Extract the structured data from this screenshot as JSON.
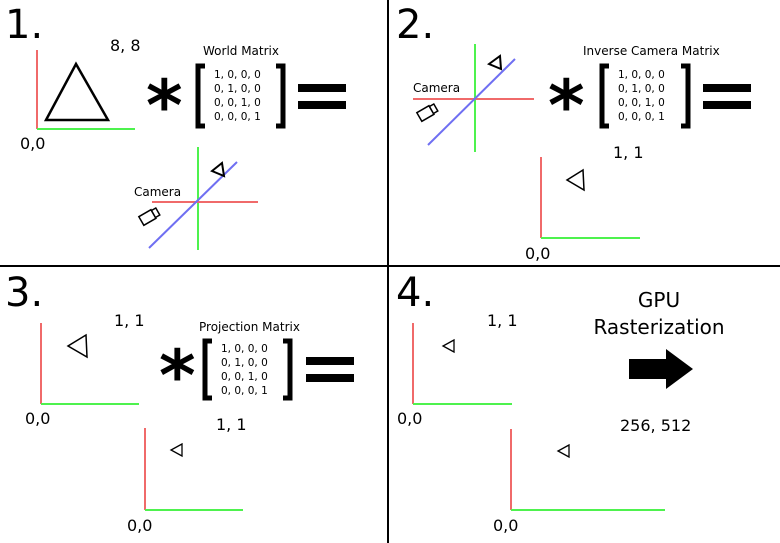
{
  "colors": {
    "x_axis": "#4ef24e",
    "y_axis": "#f06a6a",
    "cam_h": "#f06a6a",
    "cam_v": "#4ef24e",
    "cam_diag": "#6f6ff2"
  },
  "panels": [
    {
      "number": "1.",
      "coord_top": "8, 8",
      "origin": "0,0",
      "matrix_title": "World Matrix",
      "matrix_rows": [
        "1, 0, 0, 0",
        "0, 1, 0, 0",
        "0, 0, 1, 0",
        "0, 0, 0, 1"
      ],
      "camera_label": "Camera"
    },
    {
      "number": "2.",
      "camera_label": "Camera",
      "matrix_title": "Inverse Camera Matrix",
      "matrix_rows": [
        "1, 0, 0, 0",
        "0, 1, 0, 0",
        "0, 0, 1, 0",
        "0, 0, 0, 1"
      ],
      "coord_top": "1, 1",
      "origin": "0,0"
    },
    {
      "number": "3.",
      "coord_top": "1, 1",
      "origin": "0,0",
      "matrix_title": "Projection Matrix",
      "matrix_rows": [
        "1, 0, 0, 0",
        "0, 1, 0, 0",
        "0, 0, 1, 0",
        "0, 0, 0, 1"
      ],
      "coord_bottom": "1, 1",
      "origin_bottom": "0,0"
    },
    {
      "number": "4.",
      "coord_top": "1, 1",
      "origin": "0,0",
      "gpu_line1": "GPU",
      "gpu_line2": "Rasterization",
      "coord_bottom": "256, 512",
      "origin_bottom": "0,0"
    }
  ],
  "symbols": {
    "multiply": "*",
    "equals": "="
  },
  "icons": [
    "camera-icon",
    "arrow-right-icon",
    "triangle-icon"
  ]
}
